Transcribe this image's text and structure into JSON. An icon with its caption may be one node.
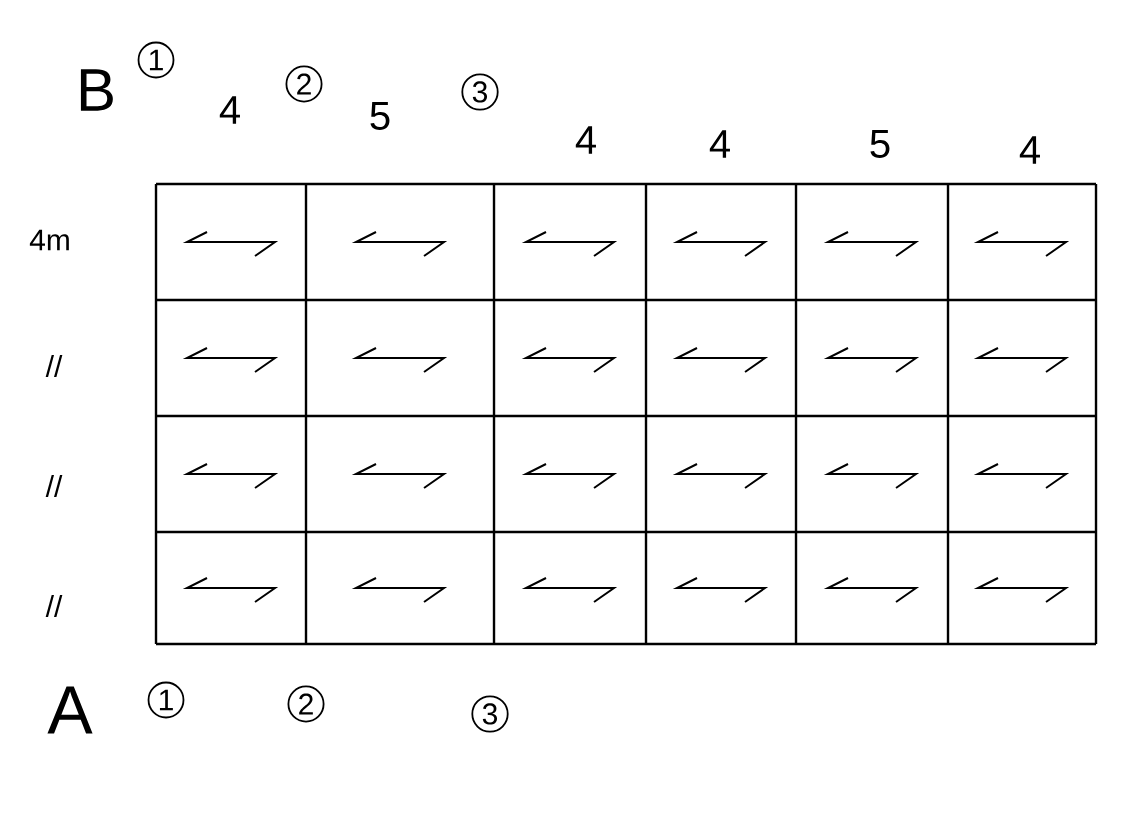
{
  "diagram": {
    "labels": [
      "B",
      "1",
      "4",
      "2",
      "5",
      "3",
      "4",
      "4",
      "5",
      "4",
      "4m",
      "//",
      "//",
      "//",
      "A",
      "1",
      "2",
      "3"
    ]
  }
}
